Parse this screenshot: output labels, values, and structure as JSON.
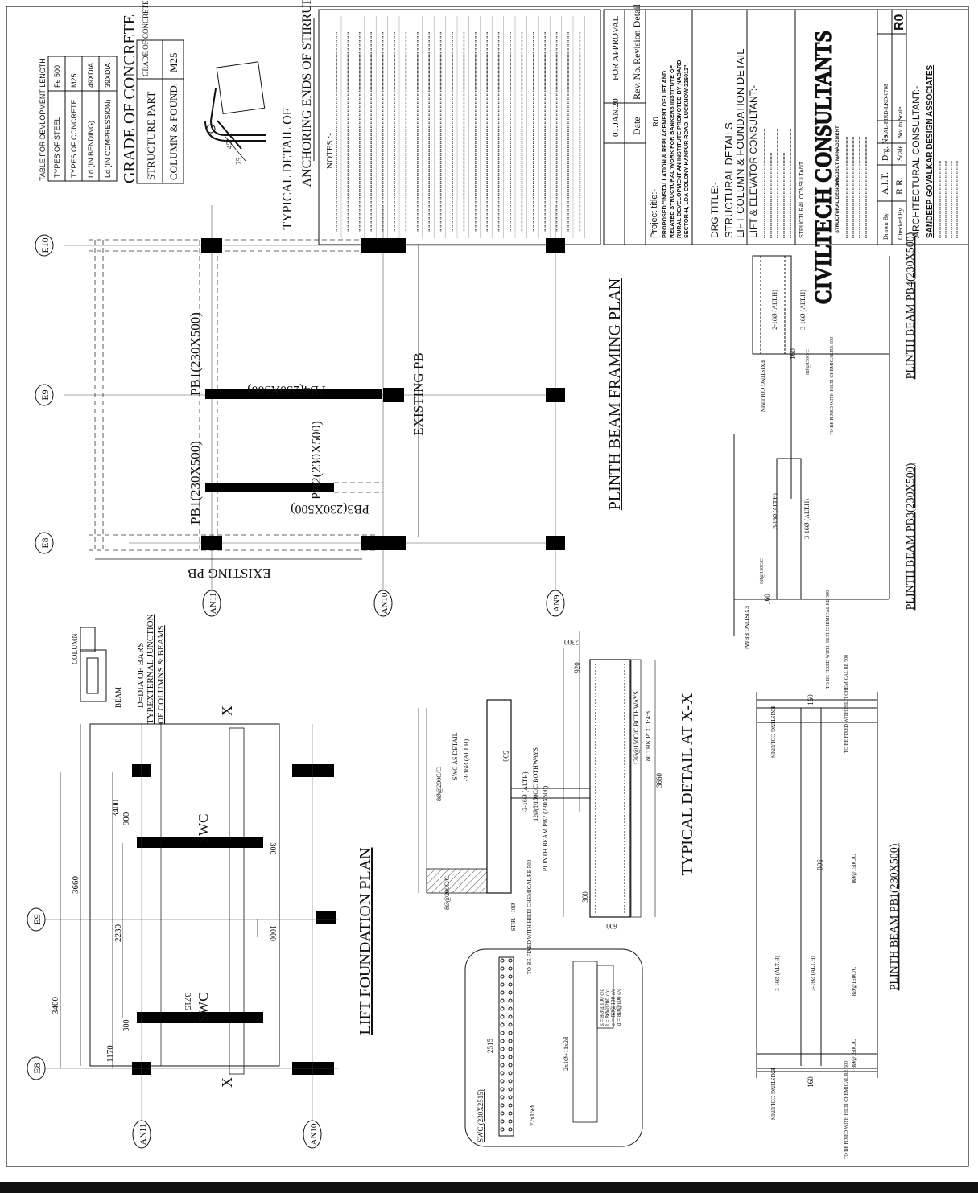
{
  "dev_length_table": {
    "title": "TABLE FOR DEVLOPMENT LENGTH",
    "rows": [
      [
        "TYPES OF STEEL",
        "Fe 500"
      ],
      [
        "TYPES OF CONCRETE",
        "M25"
      ],
      [
        "Ld (IN BENDING)",
        "49XDIA"
      ],
      [
        "Ld (IN COMPRESSION)",
        "39XDIA"
      ]
    ]
  },
  "grade_table": {
    "title": "GRADE OF CONCRETE",
    "col1_header": "STRUCTURE PART",
    "col2_header": "GRADE OF CONCRETE",
    "part": "COLUMN & FOUND.",
    "grade": "M25"
  },
  "stirrup_detail": {
    "title_line1": "TYPICAL DETAIL OF",
    "title_line2": "ANCHORING ENDS OF STIRRUPS",
    "angle": "45°",
    "hook": "75"
  },
  "notes": {
    "heading": "NOTES :-",
    "count": 22
  },
  "revision": {
    "date": "01.JAN.20",
    "rev": "R0",
    "detail": "FOR APPROVAL",
    "col_date": "Date",
    "col_rev": "Rev. No.",
    "col_detail": "Revision Detail"
  },
  "project": {
    "label": "Project title:-",
    "lines": [
      "PROPOSED \"INSTALLATION & REPLACEMENT OF LIFT AND",
      "RELATED STRUCTURAL WORK FOR BANKERS INSTITUTE OF",
      "RURAL DEVELOPMENT AN INSTITUTE PROMOTED BY NABARD",
      "SECTOR-H, LDA COLONY KANPUR ROAD, LUCKNOW-226012\"."
    ]
  },
  "drg_title": {
    "label": "DRG TITLE:-",
    "line1": "STRUCTURAL DETAILS",
    "line2": "LIFT COLUMN & FOUNDATION DETAIL"
  },
  "lift_consultant": {
    "label": "LIFT & ELEVATOR CONSULTANT:-"
  },
  "structural_consultant": {
    "label": "STRUCTURAL CONSULTANT",
    "logo": "CIVILTECH CONSULTANTS",
    "tag1": "STRUCTURAL DESIGNS",
    "tag2": "PROJECT MANAGEMENT"
  },
  "drawn": {
    "drawn_by_label": "Drawn By",
    "drawn_by": "A.I.T.",
    "checked_label": "Checked By",
    "checked_by": "R.R.",
    "drg_no_label": "Drg. No.",
    "drg_no": "S-AL-BIRD-LKO-0708",
    "scale_label": "Scale",
    "scale": "Not to Scale",
    "rev": "R0"
  },
  "architect": {
    "label": "ARCHITECTURAL CONSULTANT:-",
    "name": "SANDEEP GOVALKAR DESIGN ASSOCIATES"
  },
  "framing_plan": {
    "title": "PLINTH BEAM FRAMING PLAN",
    "grid_top": [
      "E10",
      "E9",
      "E8"
    ],
    "grid_left": [
      "AN11",
      "AN10",
      "AN9"
    ],
    "pb1_top": "PB1(230X500)",
    "pb1_bottom": "PB1(230X500)",
    "pb4": "PB4(230X500)",
    "pb2": "PB2(230X500)",
    "pb3": "PB3(230X500)",
    "existing_pb_right": "EXISTING PB",
    "existing_pb_left": "EXISTING PB"
  },
  "junction": {
    "column": "COLUMN",
    "beam": "BEAM",
    "line1": "D=DIA OF BARS",
    "line2": "TYP.EXTERNAL JUNCTION",
    "line3": "OF COLUMNS & BEAMS"
  },
  "foundation_plan": {
    "title": "LIFT FOUNDATION PLAN",
    "grid_bottom": [
      "E9",
      "E8"
    ],
    "grid_left": [
      "AN11",
      "AN10"
    ],
    "swc": "SWC",
    "dims": [
      "3400",
      "3660",
      "3400",
      "900",
      "2230",
      "1170",
      "3715",
      "1000",
      "300",
      "300"
    ],
    "section_mark": "X"
  },
  "section_xx": {
    "title": "TYPICAL DETAIL AT X-X",
    "dims": [
      "2300",
      "920",
      "3660",
      "600",
      "300",
      "500"
    ],
    "labels": [
      "8Ø@200C/C",
      "SWC AS DETAIL",
      "-3-16Ø (ALT.H)",
      "-3-16Ø (ALTH)",
      "12Ø@150C/C BOTHWAYS",
      "12Ø@150C/C BOTHWAYS",
      "PLINTH BEAM PB2 (230X500)",
      "80 THK PCC 1:4:8",
      "8Ø@200C/C",
      "STIR. - 10Ø",
      "TO BE FIXED WITH HILTI CHEMICAL RE 500"
    ]
  },
  "swc_detail": {
    "title": "SWC (230X2515)",
    "dim": "2515",
    "bars": "22x16Ø",
    "note": "2x1Ø+11x2d",
    "spec": [
      "s = 8Ø@100 c/c",
      "l = 8Ø@200 c/c",
      "e = 8Ø@100 c/c",
      "d = 8Ø@100 c/c"
    ]
  },
  "pb4_detail": {
    "title": "PLINTH BEAM PB4(230X500)",
    "labels": [
      "2-16Ø (ALT.H)",
      "3-16Ø (ALT.H)",
      "160",
      "8Ø@150C/C",
      "EXISTING COLUMN",
      "TO BE FIXED WITH HILTI CHEMICAL RE 500"
    ]
  },
  "pb3_detail": {
    "title": "PLINTH BEAM PB3(230X500)",
    "labels": [
      "3-16Ø (ALT.H)",
      "3-16Ø (ALT.H)",
      "160",
      "8Ø@150C/C",
      "EXISTING BEAM",
      "TO BE FIXED WITH HILTI CHEMICAL RE 500"
    ]
  },
  "pb1_detail": {
    "title": "PLINTH BEAM PB1(230X500)",
    "labels": [
      "EXISTING COLUMN",
      "EXISTING COLUMN",
      "160",
      "160",
      "500",
      "8Ø@150C/C",
      "8Ø@150C/C",
      "3-16Ø (ALT.H)",
      "3-16Ø (ALT.H)",
      "8Ø@150C/C",
      "TO BE FIXED WITH HILTI CHEMICAL RE 500",
      "TO BE FIXED WITH HILTI CHEMICAL RE 500"
    ]
  }
}
